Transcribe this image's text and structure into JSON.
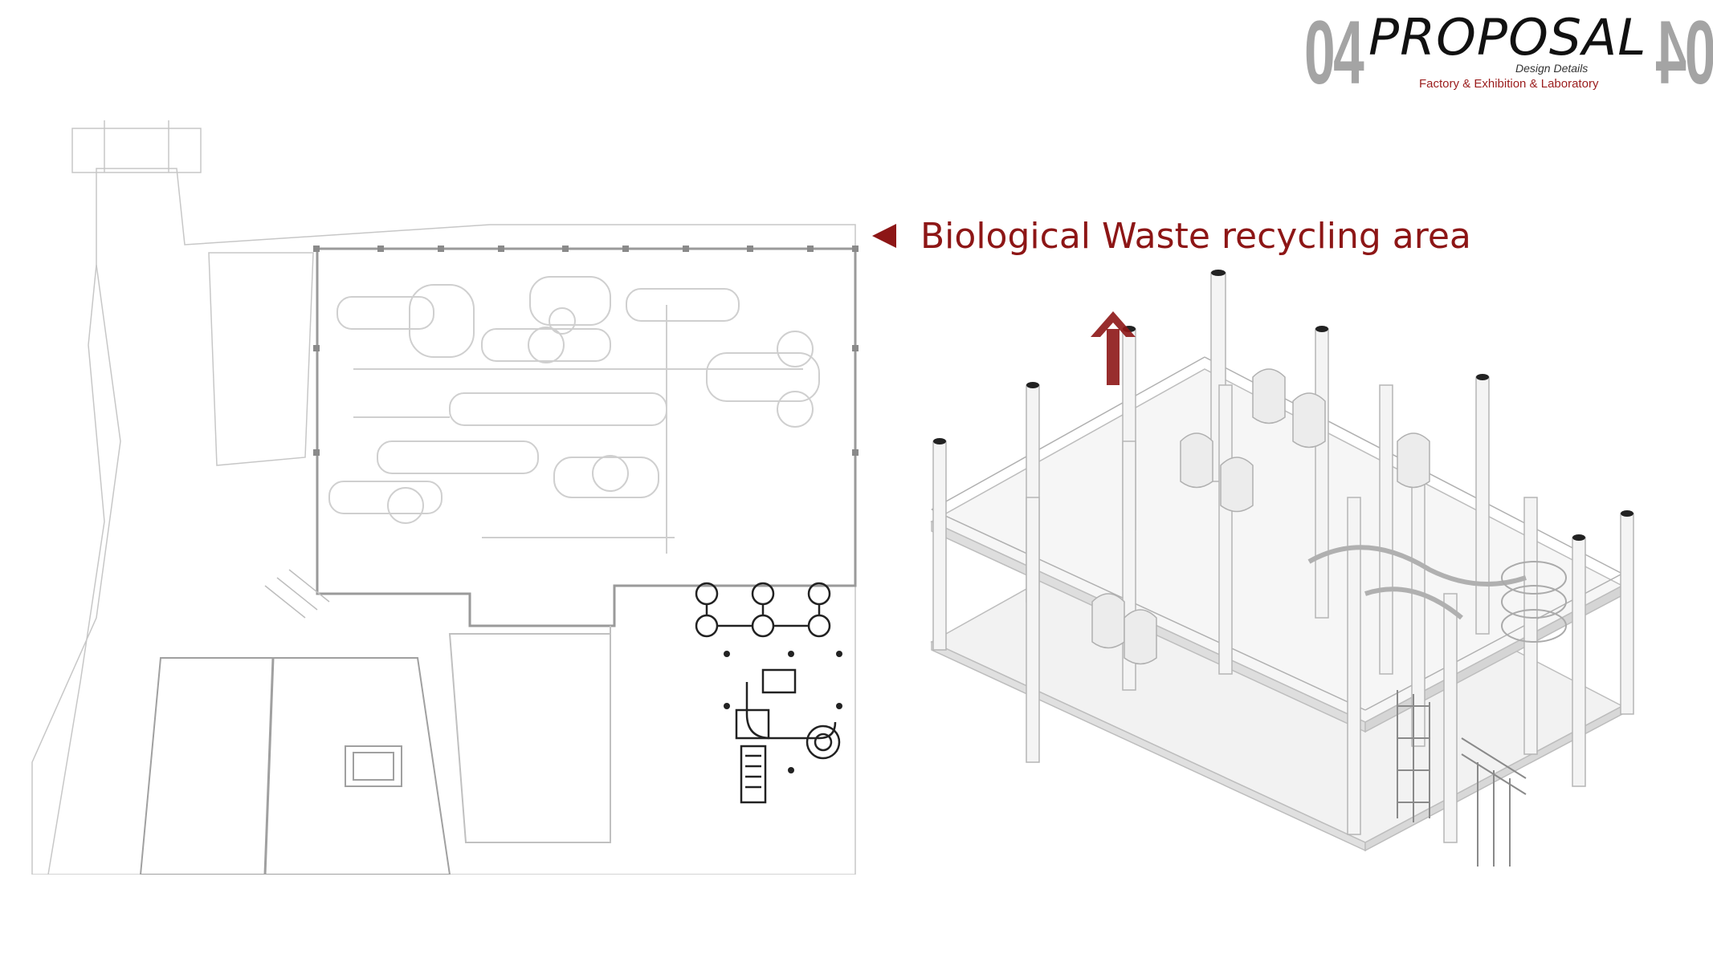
{
  "header": {
    "number_left": "04",
    "number_right": "04",
    "title": "PROPOSAL",
    "subtitle": "Design Details",
    "caption": "Factory & Exhibition & Laboratory"
  },
  "section": {
    "label": "Biological Waste recycling area",
    "marker_icon": "left-triangle-icon",
    "accent": "#8d1616"
  },
  "floor_plan": {
    "icon": "floor-plan-drawing",
    "line_color": "#b5b5b5",
    "highlight_color": "#222222"
  },
  "axonometric": {
    "icon": "axonometric-model",
    "arrow_icon": "up-arrow-icon",
    "arrow_color": "#8d1616"
  }
}
